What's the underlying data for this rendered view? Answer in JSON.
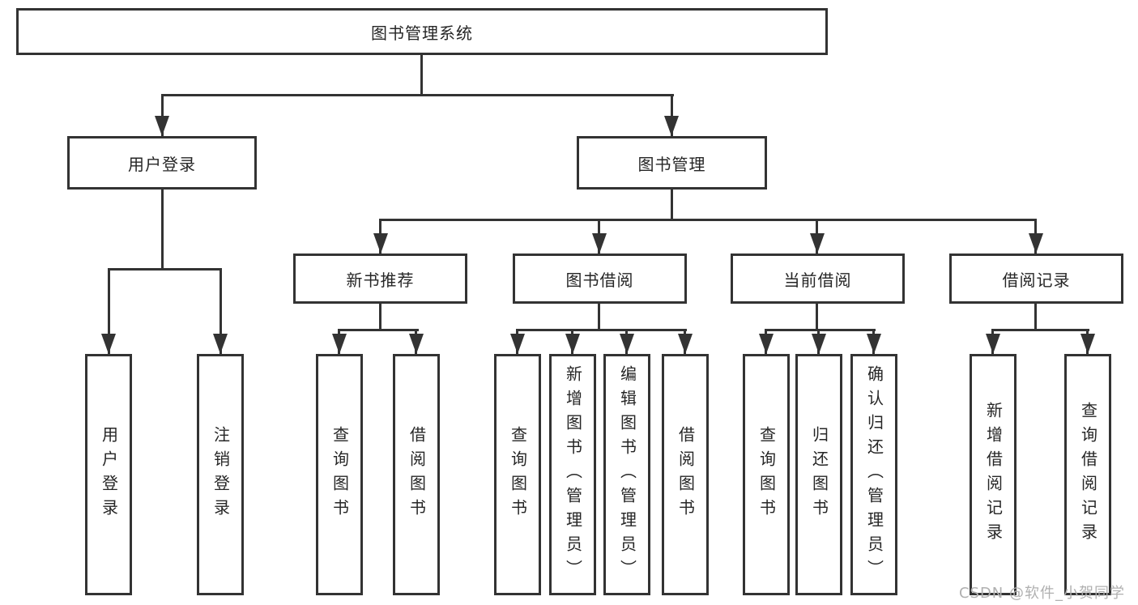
{
  "nodes": {
    "root": "图书管理系统",
    "user_login": "用户登录",
    "book_mgmt": "图书管理",
    "new_book": "新书推荐",
    "book_borrow": "图书借阅",
    "current_borrow": "当前借阅",
    "borrow_record": "借阅记录",
    "leaves": {
      "user_login_1": "用户登录",
      "user_login_2": "注销登录",
      "new_book_1": "查询图书",
      "new_book_2": "借阅图书",
      "book_borrow_1": "查询图书",
      "book_borrow_2": "新增图书（管理员）",
      "book_borrow_3": "编辑图书（管理员）",
      "book_borrow_4": "借阅图书",
      "current_1": "查询图书",
      "current_2": "归还图书",
      "current_3": "确认归还（管理员）",
      "record_1": "新增借阅记录",
      "record_2": "查询借阅记录"
    }
  },
  "watermark": "CSDN @软件_小贺同学",
  "colors": {
    "line": "#333333",
    "text": "#262626",
    "background": "#ffffff",
    "watermark": "#b0b0b0"
  }
}
